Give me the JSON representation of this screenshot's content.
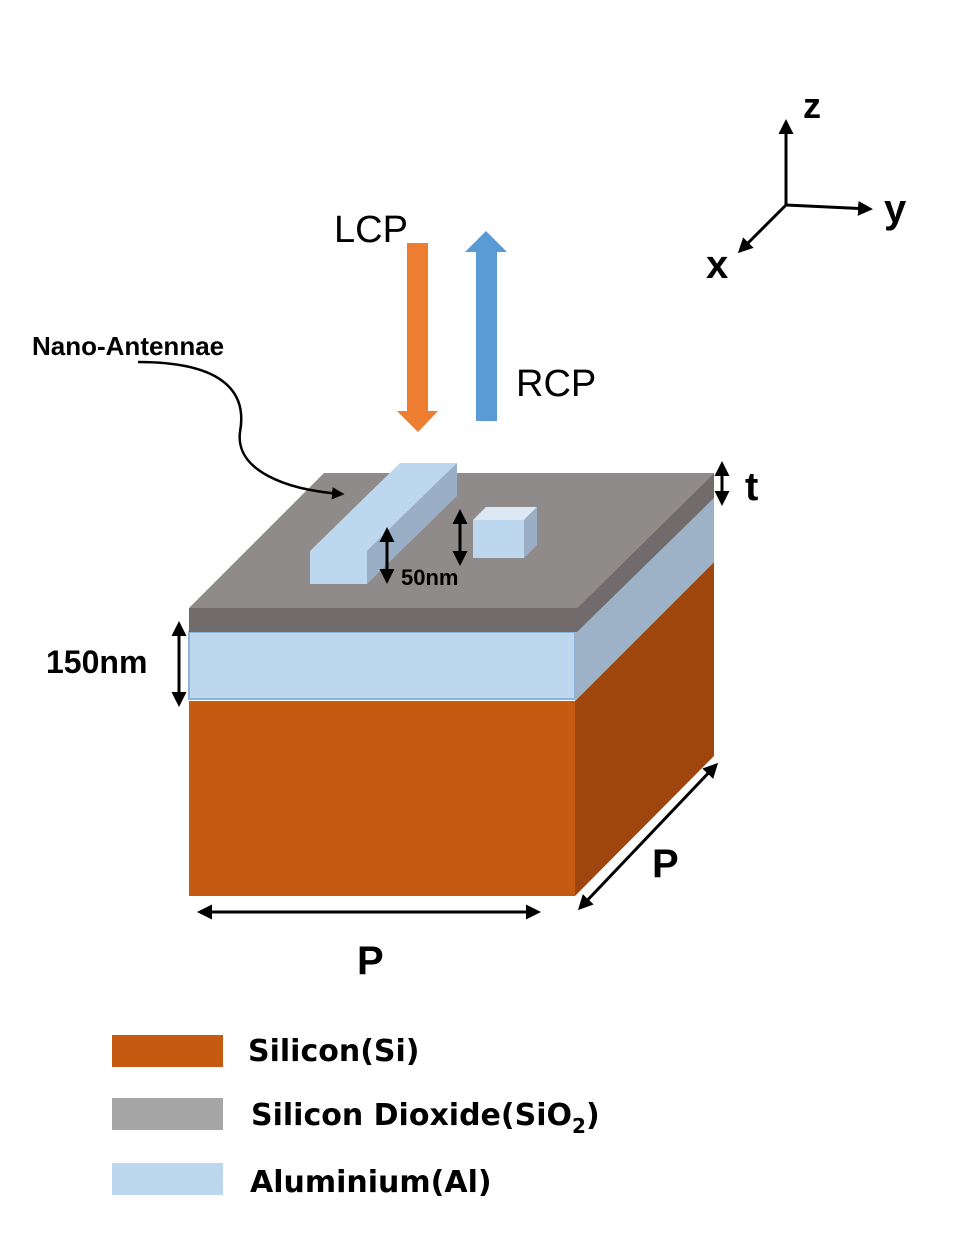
{
  "axes": {
    "z_label": "z",
    "y_label": "y",
    "x_label": "x"
  },
  "beams": {
    "incident_label": "LCP",
    "reflected_label": "RCP",
    "incident_color": "#ED7D31",
    "reflected_color": "#5B9BD5"
  },
  "labels": {
    "nano_antennae": "Nano-Antennae",
    "antenna_height": "50nm",
    "aluminium_thickness": "150nm",
    "oxide_thickness": "t",
    "period_front": "P",
    "period_side": "P"
  },
  "colors": {
    "silicon": "#C55A11",
    "silicon_side": "#9E460E",
    "silicon_dioxide_top": "#8E8B8A",
    "silicon_dioxide_side": "#716C6B",
    "aluminium": "#BDD7EE",
    "aluminium_side": "#9DB2C7"
  },
  "legend": [
    {
      "label": "Silicon(Si)",
      "color": "#C55A11"
    },
    {
      "label": "Silicon Dioxide(SiO",
      "subscript": "2",
      "suffix": ")",
      "color": "#A6A6A6"
    },
    {
      "label": "Aluminium(Al)",
      "color": "#BDD7EE"
    }
  ]
}
